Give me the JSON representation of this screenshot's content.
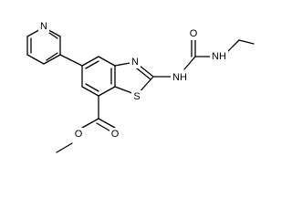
{
  "atoms": {
    "pyridine_n": "N",
    "thiazole_n": "N",
    "thiazole_s": "S",
    "urea_nh_left": "NH",
    "urea_o": "O",
    "urea_nh_right": "NH",
    "ester_o_carbonyl": "O",
    "ester_o_methoxy": "O"
  }
}
